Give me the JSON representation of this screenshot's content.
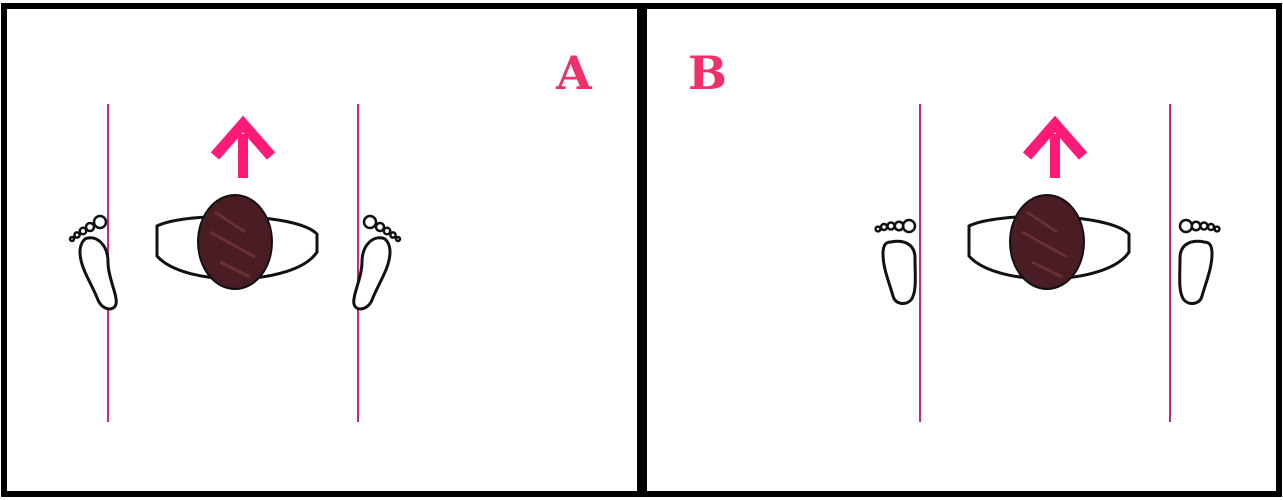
{
  "panels": [
    {
      "label": "A",
      "direction": "up"
    },
    {
      "label": "B",
      "direction": "up"
    }
  ],
  "colors": {
    "accent": "#f0306a",
    "line": "#c8287a",
    "arrow": "#ff1a78",
    "eye": "#4a1c24",
    "outline": "#111111",
    "border": "#000000"
  },
  "icons": [
    "eye-icon",
    "up-arrow-icon",
    "left-footprint-icon",
    "right-footprint-icon"
  ]
}
